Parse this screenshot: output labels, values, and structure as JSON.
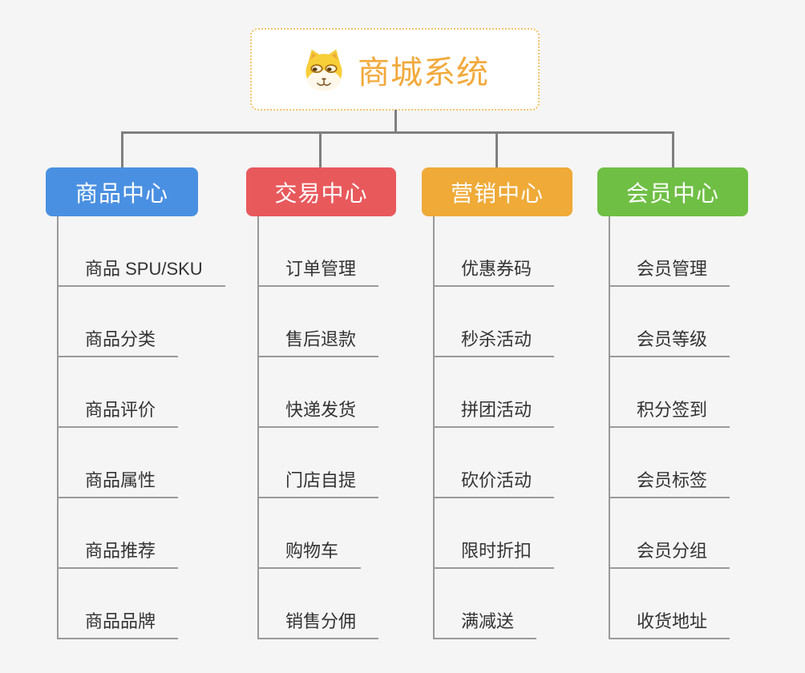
{
  "background_color": "#f5f5f5",
  "connector_color": "#7f7f7f",
  "leaf_line_color": "#9a9a9a",
  "leaf_text_color": "#333333",
  "root": {
    "title": "商城系统",
    "icon": "doge-icon",
    "title_color": "#f2a93b",
    "border_color": "#f3c26b"
  },
  "branches": [
    {
      "label": "商品中心",
      "color": "#4a90e2",
      "children": [
        "商品 SPU/SKU",
        "商品分类",
        "商品评价",
        "商品属性",
        "商品推荐",
        "商品品牌"
      ]
    },
    {
      "label": "交易中心",
      "color": "#e8595c",
      "children": [
        "订单管理",
        "售后退款",
        "快递发货",
        "门店自提",
        "购物车",
        "销售分佣"
      ]
    },
    {
      "label": "营销中心",
      "color": "#efaa38",
      "children": [
        "优惠券码",
        "秒杀活动",
        "拼团活动",
        "砍价活动",
        "限时折扣",
        "满减送"
      ]
    },
    {
      "label": "会员中心",
      "color": "#6fbf45",
      "children": [
        "会员管理",
        "会员等级",
        "积分签到",
        "会员标签",
        "会员分组",
        "收货地址"
      ]
    }
  ]
}
